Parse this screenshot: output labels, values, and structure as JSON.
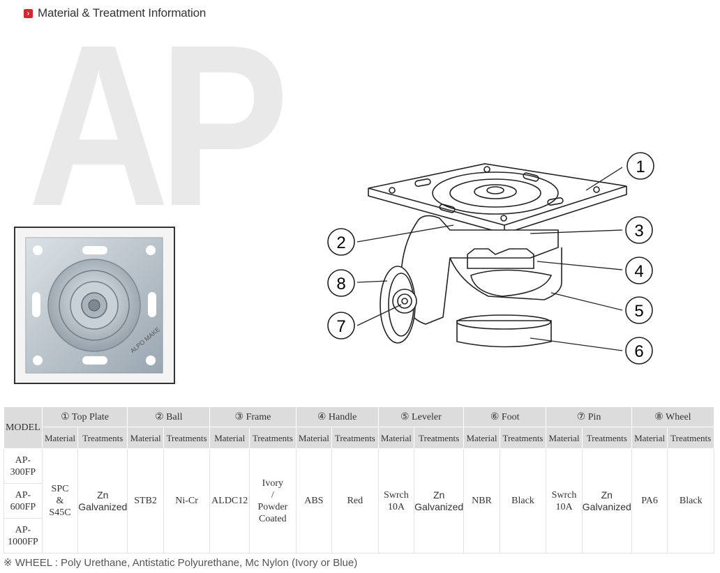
{
  "header": {
    "title": "Material & Treatment Information"
  },
  "watermark": "AP",
  "photo": {
    "stamp": "ALPO MAKE"
  },
  "diagram": {
    "callouts": [
      "1",
      "2",
      "3",
      "4",
      "5",
      "6",
      "7",
      "8"
    ]
  },
  "table": {
    "model_header": "MODEL",
    "parts": [
      {
        "label": "① Top Plate",
        "material_header": "Material",
        "treatments_header": "Treatments",
        "material": "SPC\n&\nS45C",
        "treatment": "Zn\nGalvanized"
      },
      {
        "label": "② Ball",
        "material_header": "Material",
        "treatments_header": "Treatments",
        "material": "STB2",
        "treatment": "Ni-Cr"
      },
      {
        "label": "③ Frame",
        "material_header": "Material",
        "treatments_header": "Treatments",
        "material": "ALDC12",
        "treatment": "Ivory\n/\nPowder\nCoated"
      },
      {
        "label": "④ Handle",
        "material_header": "Material",
        "treatments_header": "Treatments",
        "material": "ABS",
        "treatment": "Red"
      },
      {
        "label": "⑤ Leveler",
        "material_header": "Material",
        "treatments_header": "Treatments",
        "material": "Swrch\n10A",
        "treatment": "Zn\nGalvanized"
      },
      {
        "label": "⑥ Foot",
        "material_header": "Material",
        "treatments_header": "Treatments",
        "material": "NBR",
        "treatment": "Black"
      },
      {
        "label": "⑦ Pin",
        "material_header": "Material",
        "treatments_header": "Treatments",
        "material": "Swrch\n10A",
        "treatment": "Zn\nGalvanized"
      },
      {
        "label": "⑧ Wheel",
        "material_header": "Material",
        "treatments_header": "Treatments",
        "material": "PA6",
        "treatment": "Black"
      }
    ],
    "models": [
      "AP-\n300FP",
      "AP-\n600FP",
      "AP-\n1000FP"
    ]
  },
  "note": "※ WHEEL : Poly Urethane, Antistatic Polyurethane, Mc Nylon (Ivory or Blue)"
}
